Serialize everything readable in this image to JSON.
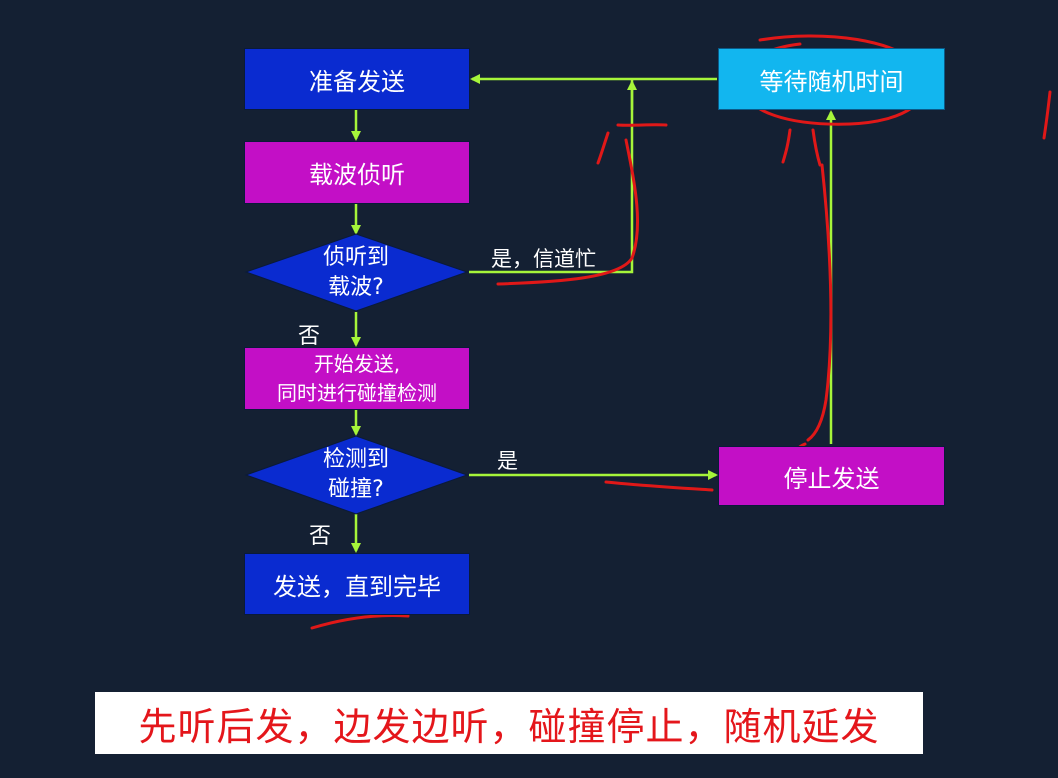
{
  "flowchart": {
    "prepare": "准备发送",
    "carrier_sense": "载波侦听",
    "decision1": {
      "line1": "侦听到",
      "line2": "载波?"
    },
    "start_send": {
      "line1": "开始发送,",
      "line2": "同时进行碰撞检测"
    },
    "decision2": {
      "line1": "检测到",
      "line2": "碰撞?"
    },
    "send_done": "发送，直到完毕",
    "wait_random": "等待随机时间",
    "stop_send": "停止发送",
    "label_no1": "否",
    "label_no2": "否",
    "label_yes_busy": "是，信道忙",
    "label_yes": "是"
  },
  "caption": "先听后发，边发边听，碰撞停止，随机延发",
  "colors": {
    "background": "#142033",
    "process_blue": "#0a2bd0",
    "process_magenta": "#c30fc6",
    "process_cyan": "#12b6ef",
    "arrow": "#a6f53a",
    "annotation_red": "#e01818",
    "caption_text": "#e4161b"
  }
}
